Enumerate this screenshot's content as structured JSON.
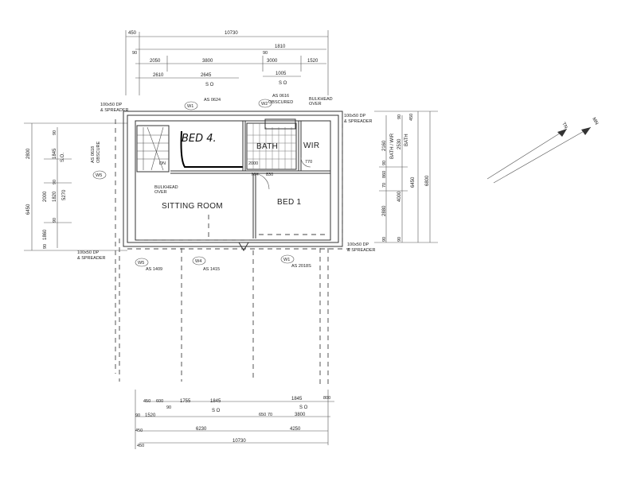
{
  "rooms": {
    "bed4": "BED 4.",
    "bath": "BATH",
    "wir": "WIR",
    "sitting_room": "SITTING ROOM",
    "bed1": "BED 1",
    "dn": "DN"
  },
  "windows": {
    "w1_top": "W1",
    "w2_top": "W2",
    "w5_left": "W5",
    "w5_bottom": "W5",
    "w4_bottom": "W4",
    "w1_bottom": "W1"
  },
  "notes": {
    "as_0624": "AS 0624",
    "as_0616_obscured": "AS 0616",
    "obscured": "OBSCURED",
    "bulkhead_over_right": "BULKHEAD",
    "bulkhead_over_right2": "OVER",
    "bulkhead_over_left": "BULKHEAD",
    "bulkhead_over_left2": "OVER",
    "dp_spreader_tl1": "100x50 DP",
    "dp_spreader_tl2": "& SPREADER",
    "dp_spreader_tr1": "100x50 DP",
    "dp_spreader_tr2": "& SPREADER",
    "dp_spreader_bl1": "100x50 DP",
    "dp_spreader_bl2": "& SPREADER",
    "dp_spreader_br1": "100x50 DP",
    "dp_spreader_br2": "& SPREADER",
    "as_0618_obscure": "AS 0618",
    "obscure": "OBSCURE",
    "as_1409": "AS 1409",
    "as_1415": "AS 1415",
    "as_2018s": "AS 2018S",
    "mh": "MH",
    "d830": "830",
    "d770": "770",
    "d2000": "2000",
    "tn": "TN",
    "mn": "MN"
  },
  "top_dims": {
    "d450": "450",
    "d10730": "10730",
    "d90a": "90",
    "d90b": "90",
    "d1810": "1810",
    "d2050": "2050",
    "d3800": "3800",
    "d3000": "3000",
    "d1520": "1520",
    "d2610": "2610",
    "d2645": "2645",
    "so1": "S O",
    "d1005": "1005",
    "so2": "S O"
  },
  "left_dims": {
    "d2800": "2800",
    "d90a": "90",
    "d1845": "1845",
    "so": "S.O.",
    "d6450": "6450",
    "d2000": "2000",
    "d1820": "1820",
    "d90b": "90",
    "d5270": "5270",
    "d1860": "1860",
    "d90c": "90",
    "d90d": "90"
  },
  "right_dims": {
    "d450": "450",
    "d90a": "90",
    "d2160": "2160",
    "bath_wir": "BATH / WIR",
    "d2530": "2530",
    "bath": "BATH",
    "d90b": "90",
    "d860": "860",
    "d70": "70",
    "d6450": "6450",
    "d6800": "6800",
    "d4000": "4000",
    "d2880": "2880",
    "d90c": "90",
    "d90d": "90"
  },
  "bottom_dims": {
    "d450": "450",
    "d600": "600",
    "d1755": "1755",
    "d1845a": "1845",
    "so1": "S O",
    "d1845b": "1845",
    "d800": "800",
    "so2": "S O",
    "d90a": "90",
    "d1520": "1520",
    "d90b": "90",
    "d650": "650",
    "d70": "70",
    "d3800": "3800",
    "d450b": "450",
    "d6230": "6230",
    "d4250": "4250",
    "d10730": "10730",
    "d450c": "450"
  }
}
